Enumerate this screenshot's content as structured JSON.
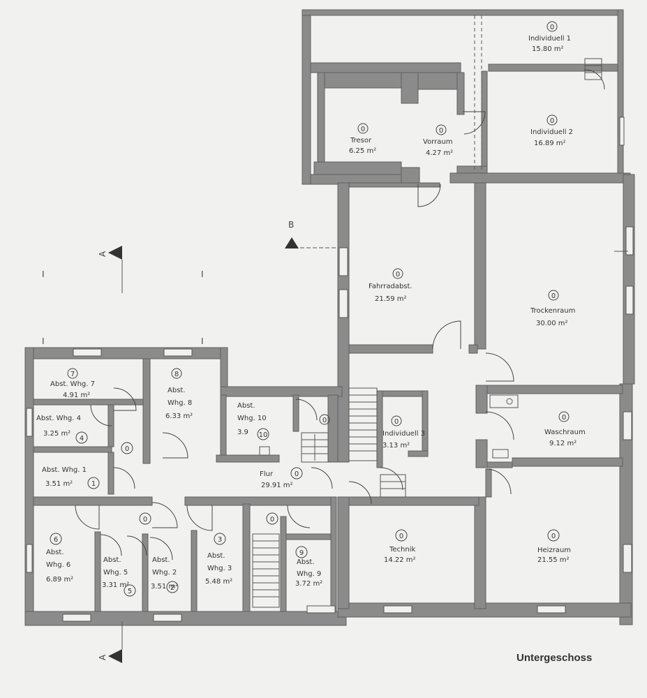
{
  "title": "Untergeschoss",
  "markers": {
    "a": "A",
    "b": "B",
    "i": "I"
  },
  "rooms": {
    "individuell1": {
      "marker": "0",
      "name": "Individuell 1",
      "area": "15.80 m²"
    },
    "individuell2": {
      "marker": "0",
      "name": "Individuell 2",
      "area": "16.89 m²"
    },
    "tresor": {
      "marker": "0",
      "name": "Tresor",
      "area": "6.25 m²"
    },
    "vorraum": {
      "marker": "0",
      "name": "Vorraum",
      "area": "4.27 m²"
    },
    "fahrradabst": {
      "marker": "0",
      "name": "Fahrradabst.",
      "area": "21.59 m²"
    },
    "trockenraum": {
      "marker": "0",
      "name": "Trockenraum",
      "area": "30.00 m²"
    },
    "whg7": {
      "marker": "7",
      "name": "Abst. Whg. 7",
      "area": "4.91 m²"
    },
    "whg8": {
      "marker": "8",
      "name_a": "Abst.",
      "name_b": "Whg. 8",
      "area": "6.33 m²"
    },
    "whg10": {
      "marker": "10",
      "name_a": "Abst.",
      "name_b": "Whg. 10",
      "area": "3.9"
    },
    "treppe_whg10": {
      "marker": "0"
    },
    "whg4": {
      "marker": "4",
      "name": "Abst. Whg. 4",
      "area": "3.25 m²"
    },
    "flur_links": {
      "marker": "0"
    },
    "whg1": {
      "marker": "1",
      "name": "Abst. Whg. 1",
      "area": "3.51 m²"
    },
    "flur": {
      "marker": "0",
      "name": "Flur",
      "area": "29.91 m²"
    },
    "individuell3": {
      "marker": "0",
      "name": "Individuell 3",
      "area": "3.13 m²"
    },
    "waschraum": {
      "marker": "0",
      "name": "Waschraum",
      "area": "9.12 m²"
    },
    "flur_unten": {
      "marker": "0"
    },
    "treppe": {
      "marker": "0"
    },
    "whg6": {
      "marker": "6",
      "name_a": "Abst.",
      "name_b": "Whg. 6",
      "area": "6.89 m²"
    },
    "whg5": {
      "marker": "5",
      "name_a": "Abst.",
      "name_b": "Whg. 5",
      "area": "3.31 m²"
    },
    "whg2": {
      "marker": "2",
      "name_a": "Abst.",
      "name_b": "Whg. 2",
      "area": "3.51 m²"
    },
    "whg3": {
      "marker": "3",
      "name_a": "Abst.",
      "name_b": "Whg. 3",
      "area": "5.48 m²"
    },
    "whg9": {
      "marker": "9",
      "name_a": "Abst.",
      "name_b": "Whg. 9",
      "area": "3.72 m²"
    },
    "technik": {
      "marker": "0",
      "name": "Technik",
      "area": "14.22 m²"
    },
    "heizraum": {
      "marker": "0",
      "name": "Heizraum",
      "area": "21.55 m²"
    }
  }
}
